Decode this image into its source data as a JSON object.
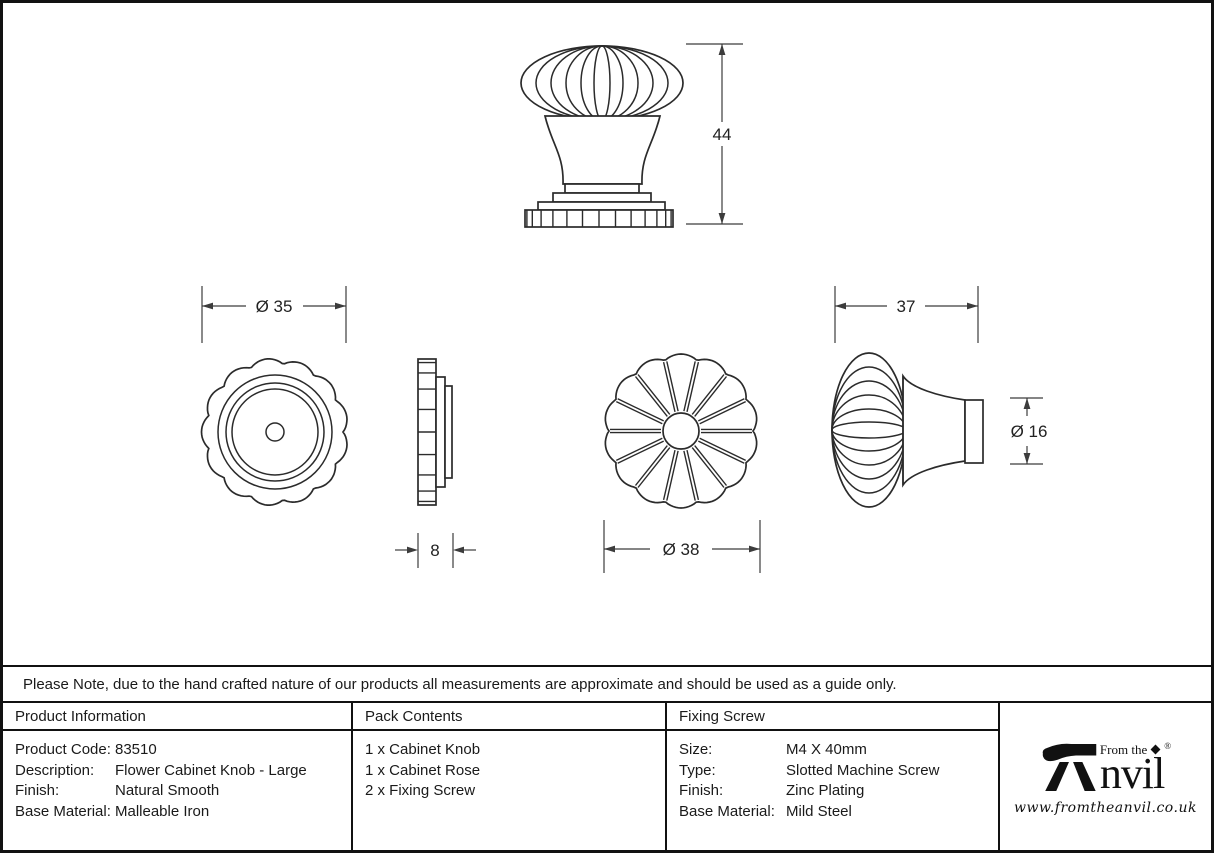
{
  "note": "Please Note, due to the hand crafted nature of our products all measurements are approximate and should be used as a guide only.",
  "table": {
    "product_information": {
      "header": "Product Information",
      "rows": [
        {
          "label": "Product Code:",
          "value": "83510"
        },
        {
          "label": "Description:",
          "value": "Flower Cabinet Knob - Large"
        },
        {
          "label": "Finish:",
          "value": "Natural Smooth"
        },
        {
          "label": "Base Material:",
          "value": "Malleable Iron"
        }
      ]
    },
    "pack_contents": {
      "header": "Pack Contents",
      "items": [
        "1 x Cabinet Knob",
        "1 x Cabinet Rose",
        "2 x Fixing Screw"
      ]
    },
    "fixing_screw": {
      "header": "Fixing Screw",
      "rows": [
        {
          "label": "Size:",
          "value": "M4 X 40mm"
        },
        {
          "label": "Type:",
          "value": "Slotted Machine Screw"
        },
        {
          "label": "Finish:",
          "value": "Zinc Plating"
        },
        {
          "label": "Base Material:",
          "value": "Mild Steel"
        }
      ]
    }
  },
  "dimensions": {
    "knob_height": "44",
    "rose_diameter": "Ø 35",
    "rose_depth": "8",
    "knob_face_diameter": "Ø 38",
    "knob_length": "37",
    "base_diameter": "Ø 16"
  },
  "logo": {
    "prefix": "From the",
    "word": "nvil",
    "registered": "®",
    "url": "www.fromtheanvil.co.uk"
  },
  "colors": {
    "line": "#2b2b2b",
    "text": "#1a1a1a",
    "background": "#ffffff",
    "border": "#111111"
  }
}
